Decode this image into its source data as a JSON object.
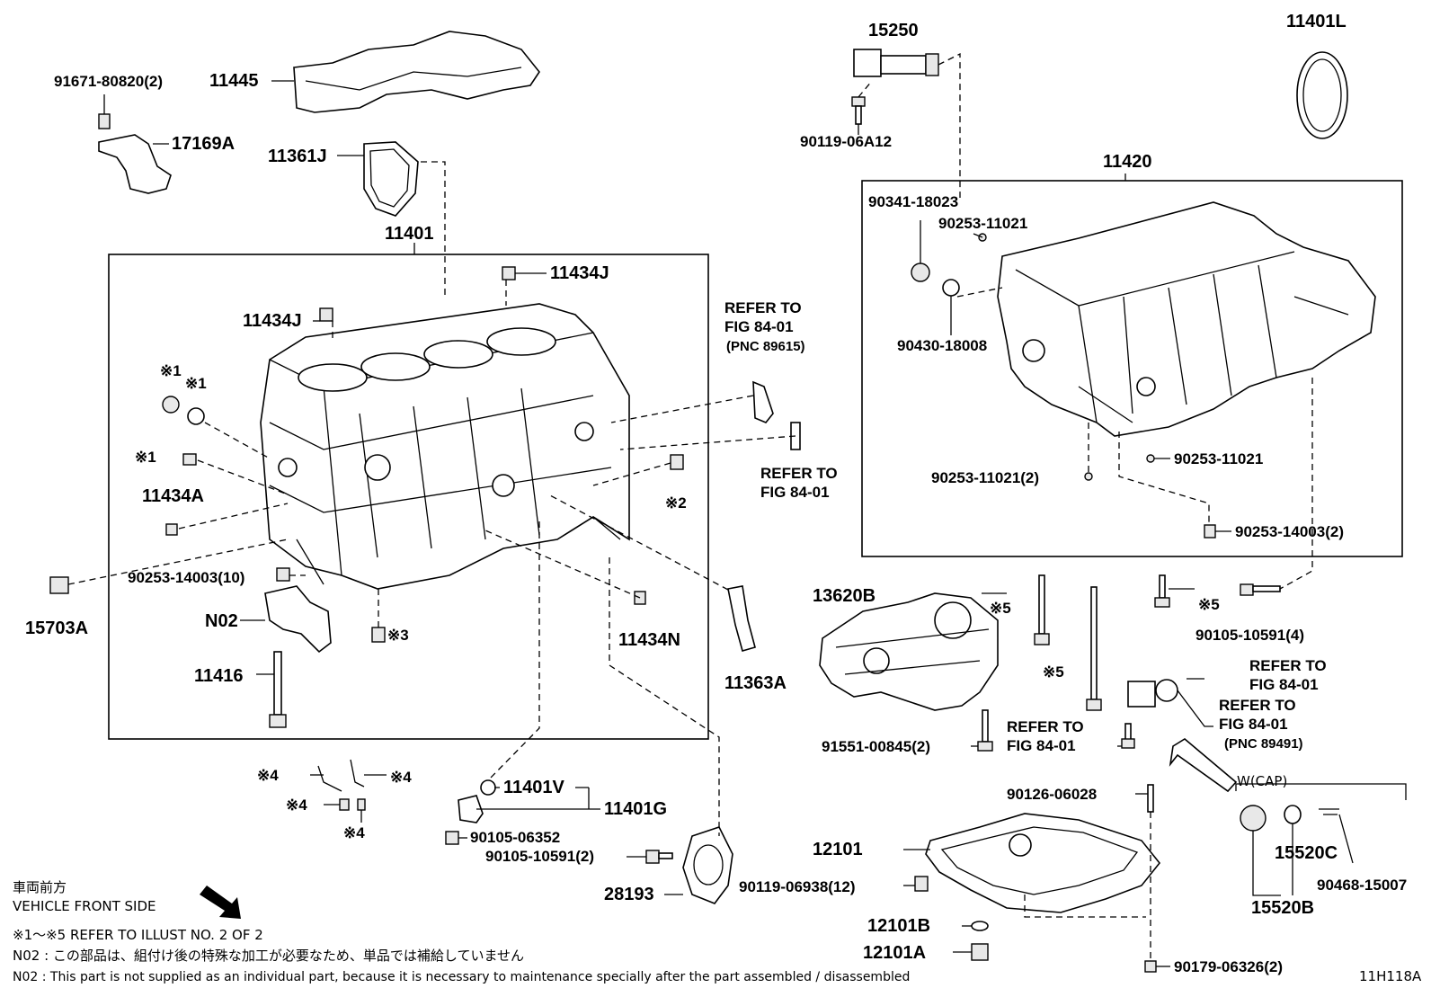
{
  "diagram_id": "11H118A",
  "notes": {
    "front_jp": "車両前方",
    "front_en": "VEHICLE FRONT SIDE",
    "refer_range": "※1～※5  REFER TO ILLUST NO. 2 OF 2",
    "n02_jp": "N02 : この部品は、組付け後の特殊な加工が必要なため、単品では補給していません",
    "n02_en": "N02 : This part is not supplied as an individual part, because it is necessary to maintenance specially after the part assembled / disassembled"
  },
  "labels": {
    "p91671": "91671-80820(2)",
    "p11445": "11445",
    "p17169A": "17169A",
    "p11361J": "11361J",
    "p11401": "11401",
    "p11434J_top": "11434J",
    "p11434J_left": "11434J",
    "mark1a": "※1",
    "mark1b": "※1",
    "mark1c": "※1",
    "p11434A": "11434A",
    "mark2": "※2",
    "p90253_14003_10": "90253-14003(10)",
    "p15703A": "15703A",
    "pN02": "N02",
    "mark3": "※3",
    "p11434N": "11434N",
    "p11416": "11416",
    "p11363A": "11363A",
    "refer1_l1": "REFER TO",
    "refer1_l2": "FIG 84-01",
    "refer1_l3": "(PNC 89615)",
    "refer2_l1": "REFER TO",
    "refer2_l2": "FIG 84-01",
    "p15250": "15250",
    "p90119_06A12": "90119-06A12",
    "p11401L": "11401L",
    "p11420": "11420",
    "p90341": "90341-18023",
    "p90253_11021_a": "90253-11021",
    "p90430": "90430-18008",
    "p90253_11021_b": "90253-11021",
    "p90253_11021_2": "90253-11021(2)",
    "p90253_14003_2": "90253-14003(2)",
    "p13620B": "13620B",
    "mark5a": "※5",
    "mark5b": "※5",
    "mark5c": "※5",
    "p90105_10591_4": "90105-10591(4)",
    "refer3_l1": "REFER TO",
    "refer3_l2": "FIG 84-01",
    "refer4_l1": "REFER TO",
    "refer4_l2": "FIG 84-01",
    "refer4_l3": "(PNC 89491)",
    "refer5_l1": "REFER TO",
    "refer5_l2": "FIG 84-01",
    "p91551": "91551-00845(2)",
    "mark4a": "※4",
    "mark4b": "※4",
    "mark4c": "※4",
    "mark4d": "※4",
    "p11401V": "11401V",
    "p11401G": "11401G",
    "p90105_06352": "90105-06352",
    "p90105_10591_2": "90105-10591(2)",
    "p28193": "28193",
    "p90126": "90126-06028",
    "p12101": "12101",
    "p90119_06938": "90119-06938(12)",
    "p12101B": "12101B",
    "p12101A": "12101A",
    "p90179": "90179-06326(2)",
    "wcap": "W(CAP)",
    "p15520C": "15520C",
    "p90468": "90468-15007",
    "p15520B": "15520B"
  }
}
